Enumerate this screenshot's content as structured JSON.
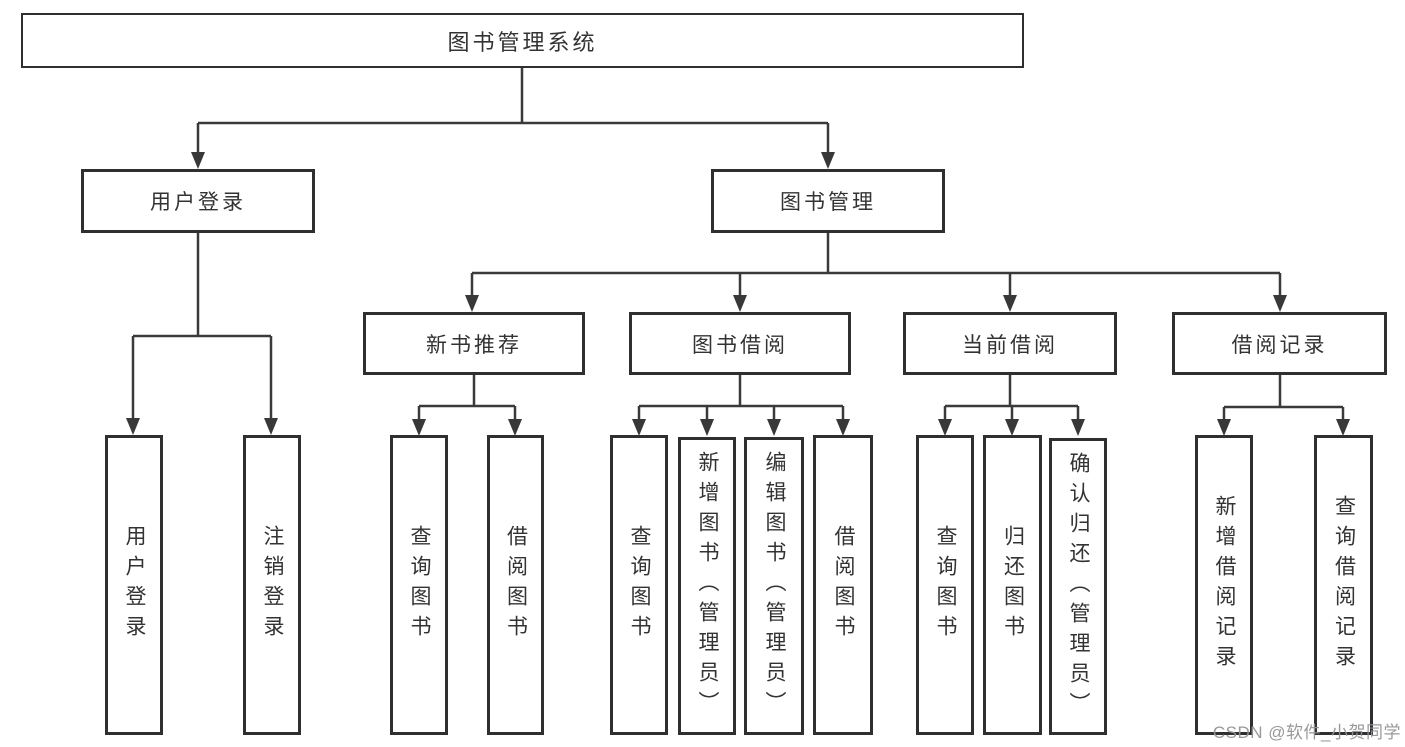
{
  "tree": {
    "root": {
      "label": "图书管理系统",
      "children": [
        {
          "label": "用户登录",
          "children": [
            {
              "label": "用户登录"
            },
            {
              "label": "注销登录"
            }
          ]
        },
        {
          "label": "图书管理",
          "children": [
            {
              "label": "新书推荐",
              "children": [
                {
                  "label": "查询图书"
                },
                {
                  "label": "借阅图书"
                }
              ]
            },
            {
              "label": "图书借阅",
              "children": [
                {
                  "label": "查询图书"
                },
                {
                  "label": "新增图书（管理员）"
                },
                {
                  "label": "编辑图书（管理员）"
                },
                {
                  "label": "借阅图书"
                }
              ]
            },
            {
              "label": "当前借阅",
              "children": [
                {
                  "label": "查询图书"
                },
                {
                  "label": "归还图书"
                },
                {
                  "label": "确认归还（管理员）"
                }
              ]
            },
            {
              "label": "借阅记录",
              "children": [
                {
                  "label": "新增借阅记录"
                },
                {
                  "label": "查询借阅记录"
                }
              ]
            }
          ]
        }
      ]
    }
  },
  "watermark": {
    "text": "CSDN @软件_小贺同学"
  },
  "colors": {
    "background": "#ffffff",
    "line": "#3a3a3a",
    "box_border": "#2f2f2f",
    "text": "#333333",
    "watermark": "#949498"
  }
}
